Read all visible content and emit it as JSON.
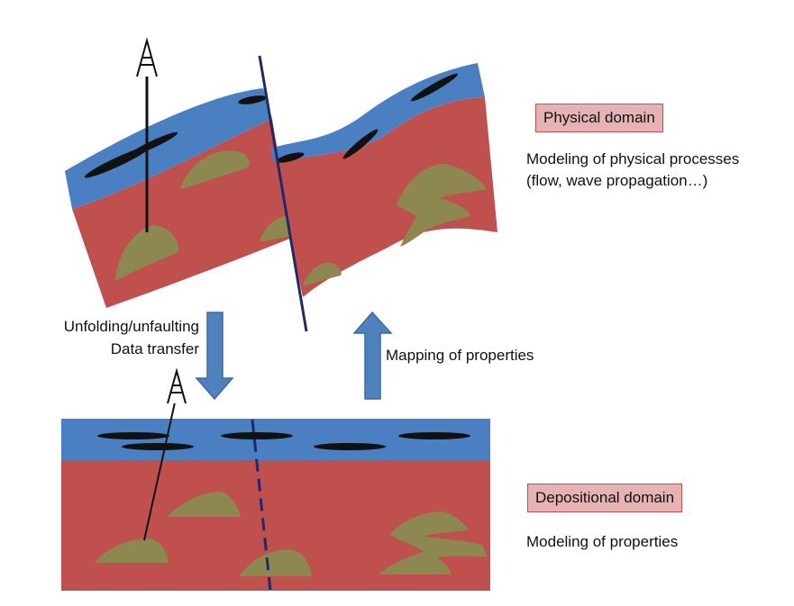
{
  "physical_domain": {
    "title": "Physical domain",
    "description": "Modeling of physical processes (flow, wave propagation…)"
  },
  "depositional_domain": {
    "title": "Depositional domain",
    "description": "Modeling of properties"
  },
  "arrows": {
    "down_label_1": "Unfolding/unfaulting",
    "down_label_2": "Data transfer",
    "up_label": "Mapping of properties"
  },
  "colors": {
    "water_layer": "#4a7fc1",
    "rock_layer": "#c0504d",
    "sand_body": "#8c8850",
    "lens": "#111111",
    "fault": "#1f2a66",
    "arrow_fill": "#4f81bd",
    "label_box": "#e6b3b5"
  }
}
